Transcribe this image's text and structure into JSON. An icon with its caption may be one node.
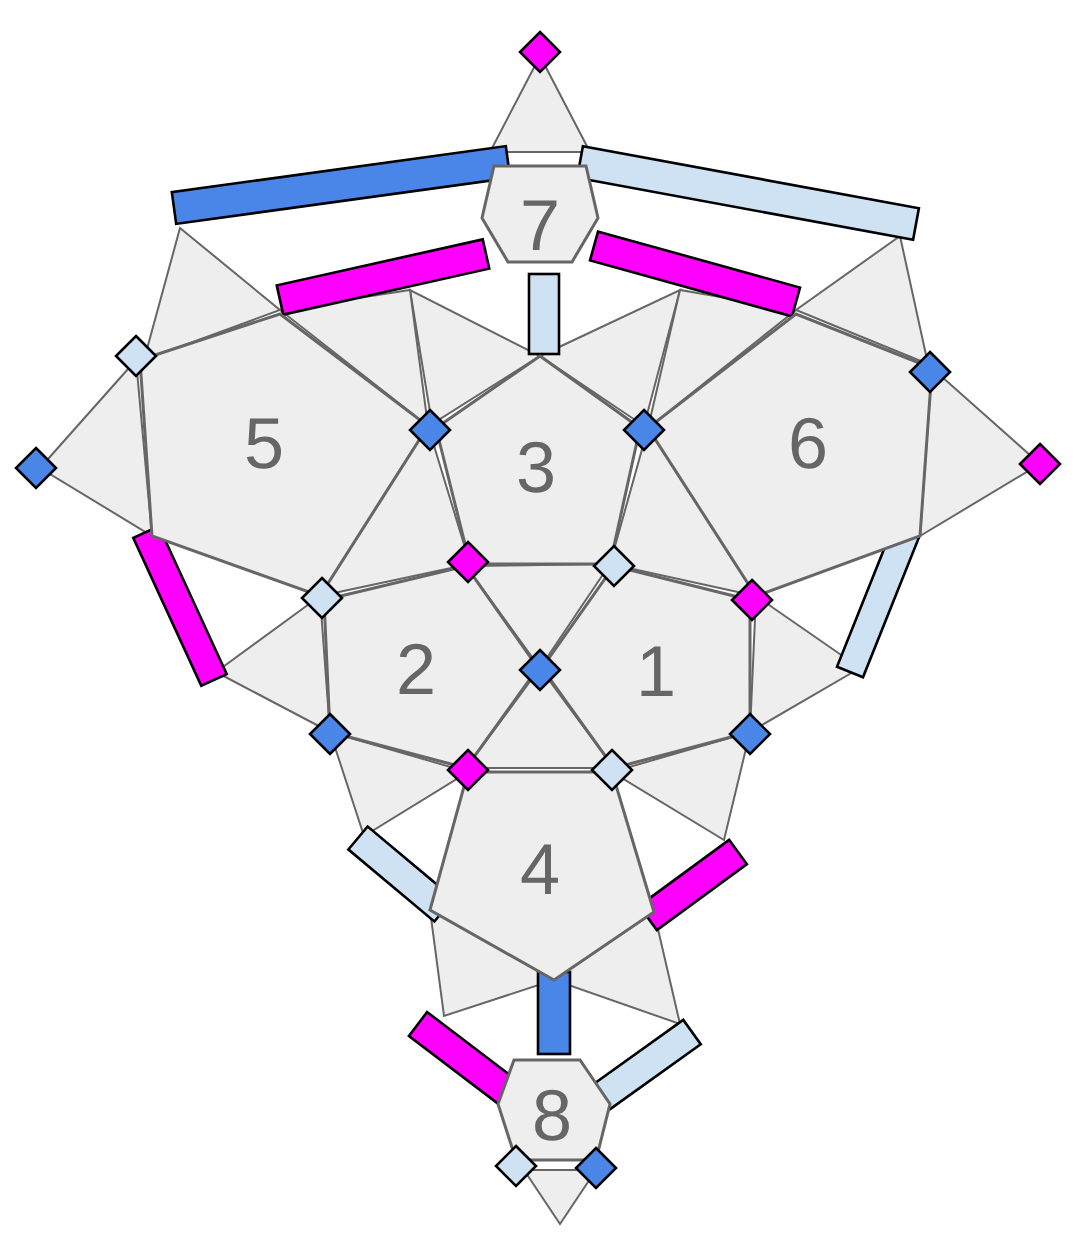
{
  "diagram": {
    "nodes": [
      {
        "text": [
          "7"
        ]
      },
      {
        "text": [
          "5"
        ]
      },
      {
        "text": [
          "3"
        ]
      },
      {
        "text": [
          "6"
        ]
      },
      {
        "text": [
          "2"
        ]
      },
      {
        "text": [
          "1"
        ]
      },
      {
        "text": [
          "4"
        ]
      },
      {
        "text": [
          "8"
        ]
      }
    ]
  }
}
